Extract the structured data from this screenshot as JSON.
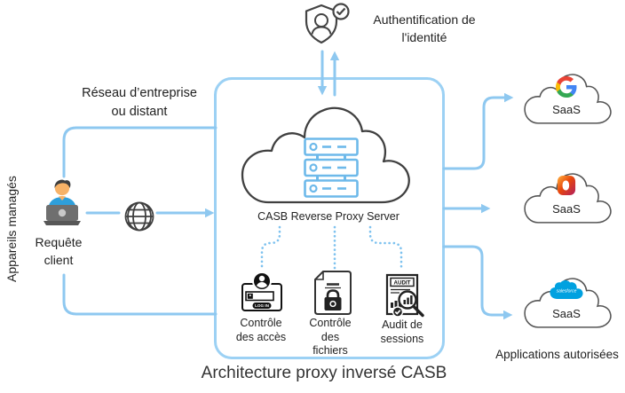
{
  "auth": {
    "lines": [
      "Authentification de",
      "l'identité"
    ]
  },
  "left": {
    "managed_devices_label": "Appareils managés",
    "network_lines": [
      "Réseau d’entreprise",
      "ou distant"
    ],
    "client_request_lines": [
      "Requête",
      "client"
    ]
  },
  "casb": {
    "cloud_label": "CASB Reverse Proxy Server",
    "controls": [
      {
        "icon_text": "LOG IN",
        "lines": [
          "Contrôle",
          "des accès"
        ]
      },
      {
        "lines": [
          "Contrôle",
          "des",
          "fichiers"
        ]
      },
      {
        "icon_text": "AUDIT",
        "lines": [
          "Audit de",
          "sessions"
        ]
      }
    ]
  },
  "saas": [
    {
      "provider": "google",
      "label": "SaaS"
    },
    {
      "provider": "office",
      "label": "SaaS"
    },
    {
      "provider": "salesforce",
      "logo_text": "salesforce",
      "label": "SaaS"
    }
  ],
  "authorized_apps_label": "Applications autorisées",
  "caption": "Architecture proxy inversé CASB",
  "colors": {
    "line_blue": "#8ec8f0",
    "box_border": "#9cd1f4",
    "dotted_blue": "#7ec2ef",
    "outline_dark": "#3f3f3f",
    "server_blue": "#6db9ea",
    "salesforce_blue": "#00a1e0"
  }
}
